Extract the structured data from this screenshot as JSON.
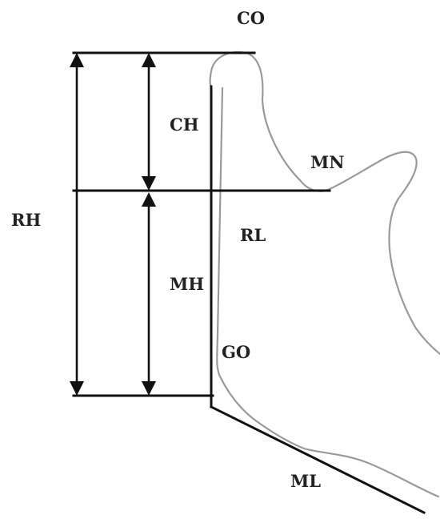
{
  "labels": {
    "co": "CO",
    "ch": "CH",
    "mn": "MN",
    "rh": "RH",
    "rl": "RL",
    "mh": "MH",
    "go": "GO",
    "ml": "ML"
  },
  "colors": {
    "lines": "#111111",
    "outline": "#9a9a9a",
    "text": "#222222",
    "background": "#ffffff"
  }
}
